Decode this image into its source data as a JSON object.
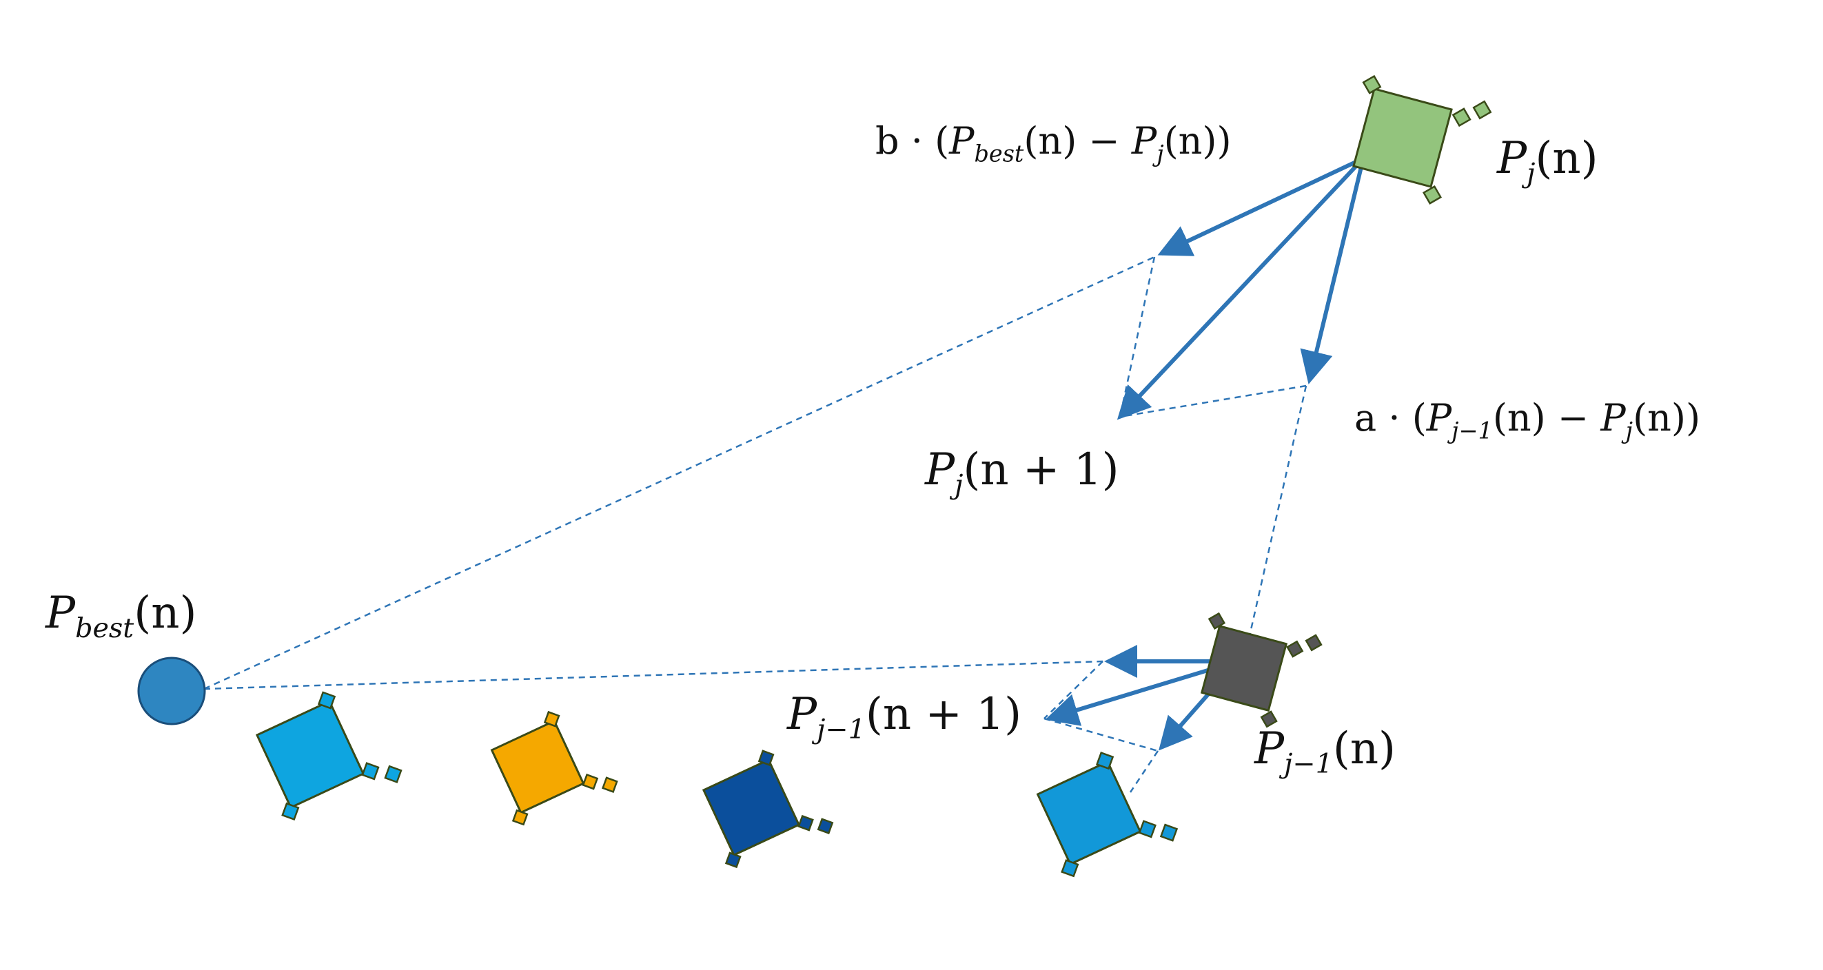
{
  "colors": {
    "vector": "#2e75b6",
    "best_circle": "#2e86c1",
    "kite_green": "#93c47d",
    "kite_dark": "#555555",
    "kite_blue_light": "#0ea5e0",
    "kite_orange": "#f5a800",
    "kite_navy": "#0b4f9c",
    "kite_blue_mid": "#1298d8"
  },
  "labels": {
    "pbest": {
      "base": "P",
      "sub": "best",
      "tail": "(n)"
    },
    "pj": {
      "base": "P",
      "sub": "j",
      "tail": "(n)"
    },
    "pj_next": {
      "base": "P",
      "sub": "j",
      "tail": "(n + 1)"
    },
    "pj1": {
      "base": "P",
      "sub": "j−1",
      "tail": "(n)"
    },
    "pj1_next": {
      "base": "P",
      "sub": "j−1",
      "tail": "(n + 1)"
    },
    "b_term": {
      "coef": "b · (",
      "base1": "P",
      "sub1": "best",
      "mid": "(n) − ",
      "base2": "P",
      "sub2": "j",
      "tail": "(n))"
    },
    "a_term": {
      "coef": "a · (",
      "base1": "P",
      "sub1": "j−1",
      "mid": "(n) − ",
      "base2": "P",
      "sub2": "j",
      "tail": "(n))"
    }
  },
  "icons": [
    "kite-icon",
    "best-position-circle-icon",
    "arrowhead-icon"
  ]
}
